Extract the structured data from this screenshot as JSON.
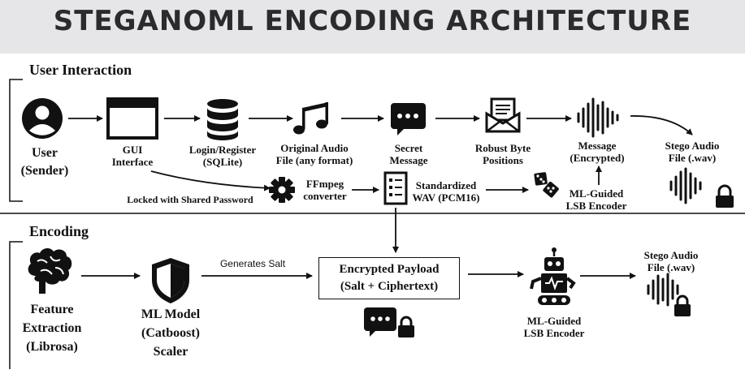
{
  "title": "STEGANOML ENCODING ARCHITECTURE",
  "sections": {
    "user_interaction": "User Interaction",
    "encoding": "Encoding"
  },
  "nodes": {
    "user": [
      "User",
      "(Sender)"
    ],
    "gui": [
      "GUI",
      "Interface"
    ],
    "login": [
      "Login/Register",
      "(SQLite)"
    ],
    "original_audio": [
      "Original Audio",
      "File (any format)"
    ],
    "secret": [
      "Secret",
      "Message"
    ],
    "robust": [
      "Robust Byte",
      "Positions"
    ],
    "message_enc": [
      "Message",
      "(Encrypted)"
    ],
    "stego_top": [
      "Stego Audio",
      "File (.wav)"
    ],
    "ffmpeg": [
      "FFmpeg",
      "converter"
    ],
    "standardized": [
      "Standardized",
      "WAV (PCM16)"
    ],
    "ml_lsb_top": [
      "ML-Guided",
      "LSB Encoder"
    ],
    "feature": [
      "Feature",
      "Extraction",
      "(Librosa)"
    ],
    "ml_model": [
      "ML Model",
      "(Catboost)",
      "Scaler"
    ],
    "payload": [
      "Encrypted Payload",
      "(Salt + Ciphertext)"
    ],
    "ml_lsb_bottom": [
      "ML-Guided",
      "LSB Encoder"
    ],
    "stego_bottom": [
      "Stego Audio",
      "File (.wav)"
    ]
  },
  "edge_labels": {
    "locked": "Locked with Shared Password",
    "generates_salt": "Generates Salt"
  },
  "icons": {
    "user": "user-avatar-icon",
    "gui": "window-icon",
    "login": "database-icon",
    "audio": "music-note-icon",
    "secret": "chat-bubble-icon",
    "robust": "envelope-letter-icon",
    "waveform": "waveform-icon",
    "lock": "padlock-icon",
    "ffmpeg": "gear-icon",
    "standardized": "document-list-icon",
    "dice": "dice-icon",
    "brain": "brain-icon",
    "shield": "shield-icon",
    "robot": "robot-icon"
  }
}
